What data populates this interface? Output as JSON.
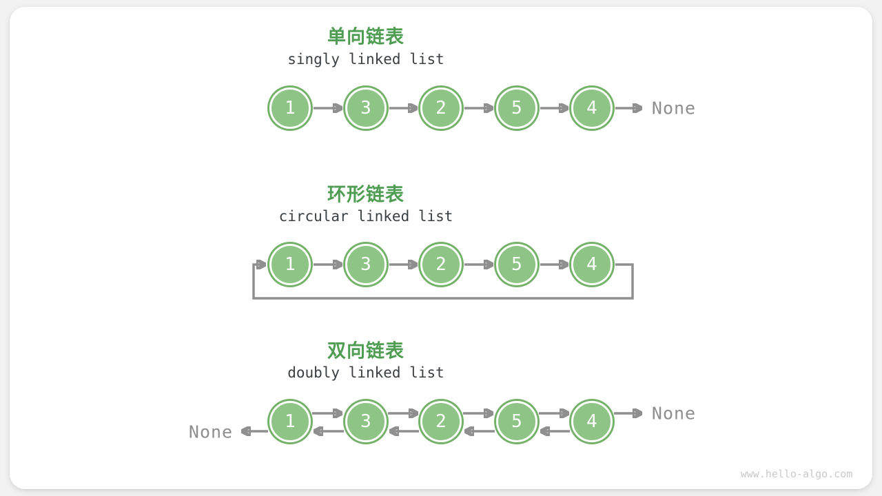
{
  "page": {
    "watermark": "www.hello-algo.com"
  },
  "colors": {
    "node_fill": "#8FC487",
    "node_ring": "#74B269",
    "title_green": "#4E9D52",
    "arrow_gray": "#8F8F8F",
    "subtitle_dark": "#3B3F42",
    "none_gray": "#8E8E8E",
    "watermark_gray": "#C9C9C9",
    "card_bg": "#FFFFFF",
    "page_bg": "#F2F2F2"
  },
  "sections": [
    {
      "id": "singly",
      "title": "单向链表",
      "subtitle": "singly linked list",
      "nodes": [
        "1",
        "3",
        "2",
        "5",
        "4"
      ],
      "tail_label": "None"
    },
    {
      "id": "circular",
      "title": "环形链表",
      "subtitle": "circular linked list",
      "nodes": [
        "1",
        "3",
        "2",
        "5",
        "4"
      ]
    },
    {
      "id": "doubly",
      "title": "双向链表",
      "subtitle": "doubly linked list",
      "nodes": [
        "1",
        "3",
        "2",
        "5",
        "4"
      ],
      "head_label": "None",
      "tail_label": "None"
    }
  ]
}
